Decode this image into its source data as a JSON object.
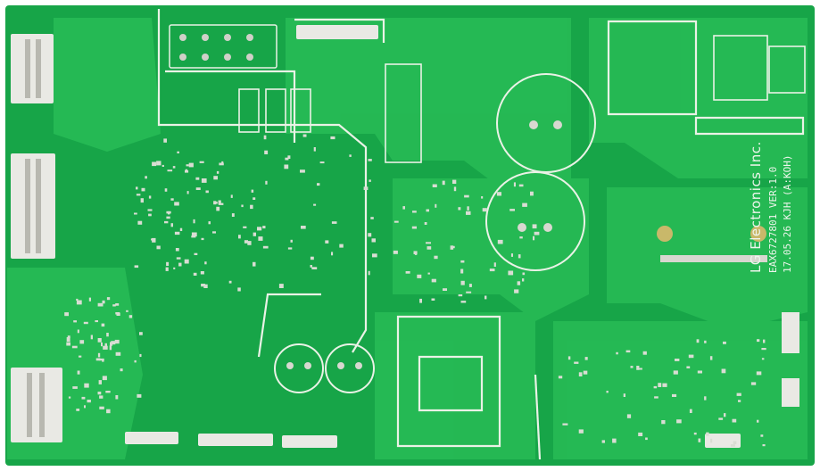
{
  "image": {
    "board_color": "#17a548",
    "trace_color": "#2cc75a",
    "silk_color": "#f4f7f0",
    "pad_color": "#c9c9c2",
    "connector_color": "#e9e9e4"
  },
  "silkscreen": {
    "maker": "LG Electronics Inc.",
    "part_number": "EAX6727801 VER:1.0",
    "date_code": "17.05.26 KJH (A:KOH)"
  }
}
